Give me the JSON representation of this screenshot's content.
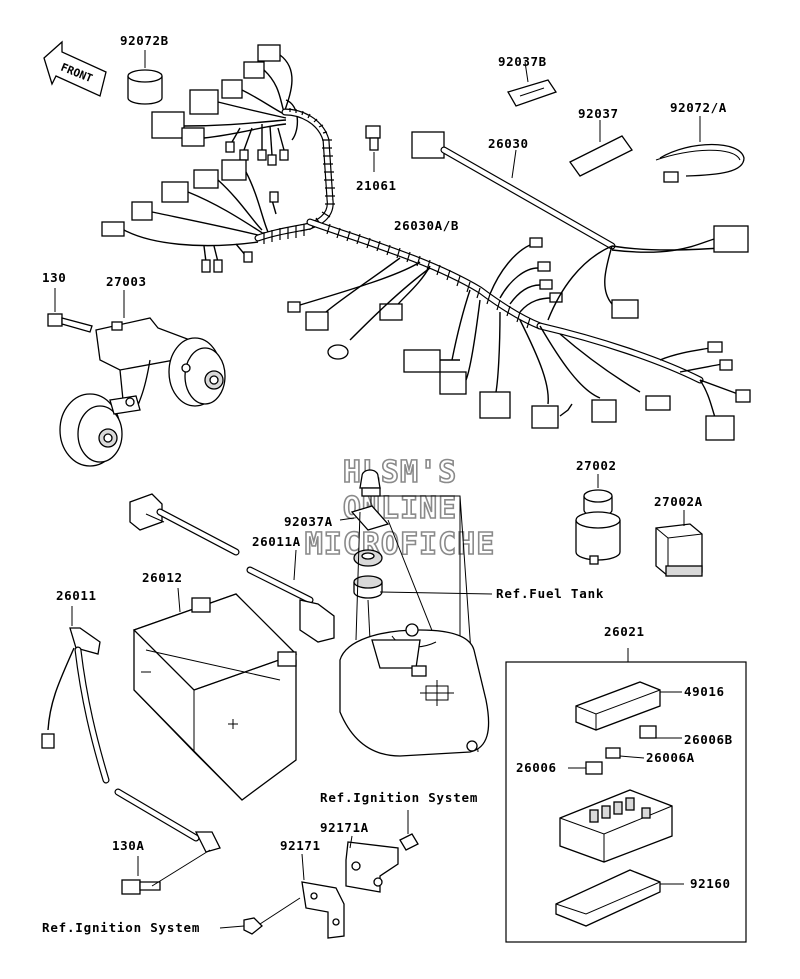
{
  "watermark": [
    "HLSM'S",
    "ONLINE",
    "MICROFICHE"
  ],
  "front_label": "FRONT",
  "parts": {
    "p92072B": "92072B",
    "p92037B": "92037B",
    "p92037": "92037",
    "p92072A": "92072/A",
    "p26030": "26030",
    "p21061": "21061",
    "p26030AB": "26030A/B",
    "p130": "130",
    "p27003": "27003",
    "p27002": "27002",
    "p27002A": "27002A",
    "p92037A": "92037A",
    "p26011A": "26011A",
    "p26012": "26012",
    "p26011": "26011",
    "p26021": "26021",
    "p49016": "49016",
    "p26006B": "26006B",
    "p26006": "26006",
    "p26006A": "26006A",
    "p92160": "92160",
    "p130A": "130A",
    "p92171A": "92171A",
    "p92171": "92171"
  },
  "refs": {
    "fuel_tank": "Ref.Fuel Tank",
    "ignition_top": "Ref.Ignition System",
    "ignition_bottom": "Ref.Ignition System"
  }
}
